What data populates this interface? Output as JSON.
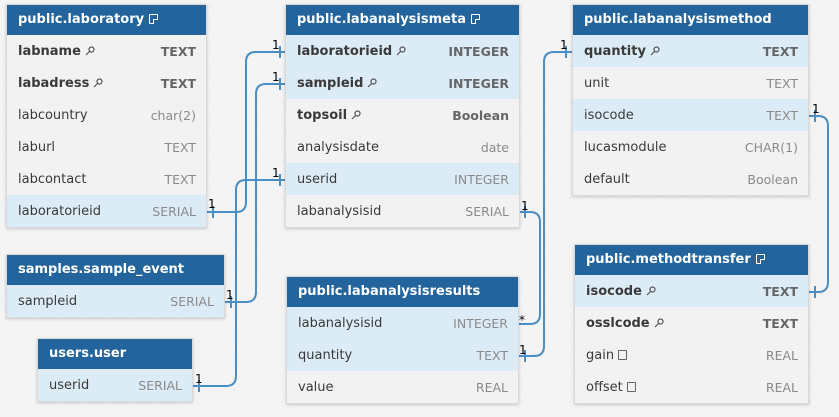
{
  "tables": {
    "laboratory": {
      "title": "public.laboratory",
      "rows": [
        {
          "name": "labname",
          "type": "TEXT"
        },
        {
          "name": "labadress",
          "type": "TEXT"
        },
        {
          "name": "labcountry",
          "type": "char(2)"
        },
        {
          "name": "laburl",
          "type": "TEXT"
        },
        {
          "name": "labcontact",
          "type": "TEXT"
        },
        {
          "name": "laboratorieid",
          "type": "SERIAL"
        }
      ]
    },
    "labanalysismeta": {
      "title": "public.labanalysismeta",
      "rows": [
        {
          "name": "laboratorieid",
          "type": "INTEGER"
        },
        {
          "name": "sampleid",
          "type": "INTEGER"
        },
        {
          "name": "topsoil",
          "type": "Boolean"
        },
        {
          "name": "analysisdate",
          "type": "date"
        },
        {
          "name": "userid",
          "type": "INTEGER"
        },
        {
          "name": "labanalysisid",
          "type": "SERIAL"
        }
      ]
    },
    "labanalysismethod": {
      "title": "public.labanalysismethod",
      "rows": [
        {
          "name": "quantity",
          "type": "TEXT"
        },
        {
          "name": "unit",
          "type": "TEXT"
        },
        {
          "name": "isocode",
          "type": "TEXT"
        },
        {
          "name": "lucasmodule",
          "type": "CHAR(1)"
        },
        {
          "name": "default",
          "type": "Boolean"
        }
      ]
    },
    "sample_event": {
      "title": "samples.sample_event",
      "rows": [
        {
          "name": "sampleid",
          "type": "SERIAL"
        }
      ]
    },
    "user": {
      "title": "users.user",
      "rows": [
        {
          "name": "userid",
          "type": "SERIAL"
        }
      ]
    },
    "labanalysisresults": {
      "title": "public.labanalysisresults",
      "rows": [
        {
          "name": "labanalysisid",
          "type": "INTEGER"
        },
        {
          "name": "quantity",
          "type": "TEXT"
        },
        {
          "name": "value",
          "type": "REAL"
        }
      ]
    },
    "methodtransfer": {
      "title": "public.methodtransfer",
      "rows": [
        {
          "name": "isocode",
          "type": "TEXT"
        },
        {
          "name": "osslcode",
          "type": "TEXT"
        },
        {
          "name": "gain",
          "type": "REAL"
        },
        {
          "name": "offset",
          "type": "REAL"
        }
      ]
    }
  },
  "cardinality": {
    "one": "1",
    "many": "*"
  },
  "colors": {
    "header": "#22649b",
    "highlight_row": "#dcecf6",
    "relation_line": "#4a8fc4"
  }
}
